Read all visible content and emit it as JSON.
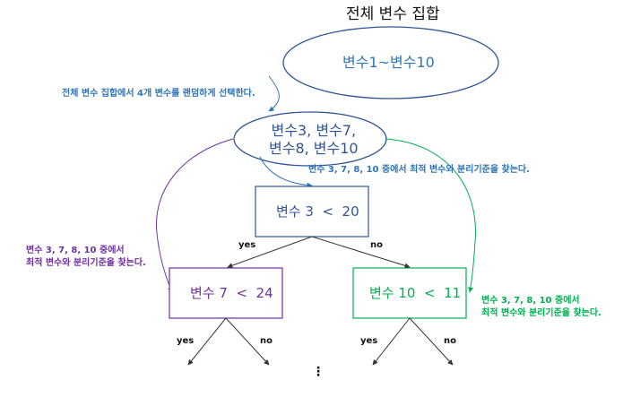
{
  "title": "전체 변수 집합",
  "root": {
    "label": "변수1~변수10"
  },
  "subset": {
    "line1": "변수3, 변수7,",
    "line2": "변수8, 변수10"
  },
  "notes": {
    "top": "전체 변수 집합에서 4개 변수를 랜덤하게 선택한다.",
    "mid": "변수 3, 7, 8, 10 중에서 최적 변수와 분리기준을 찾는다.",
    "left_line1": "변수 3, 7, 8, 10 중에서",
    "left_line2": "최적 변수와 분리기준을 찾는다.",
    "right_line1": "변수 3, 7, 8, 10 중에서",
    "right_line2": "최적 변수와 분리기준을 찾는다."
  },
  "nodes": {
    "split1": "변수 3  <  20",
    "split2": "변수 7  <  24",
    "split3": "변수 10  <  11"
  },
  "branches": {
    "n1_yes": "yes",
    "n1_no": "no",
    "n2_yes": "yes",
    "n2_no": "no",
    "n3_yes": "yes",
    "n3_no": "no"
  },
  "continuation": "⋮",
  "colors": {
    "blue": "#2e75b6",
    "dark_blue": "#2f5597",
    "purple": "#7030a0",
    "green": "#00b050",
    "line": "#333333"
  }
}
